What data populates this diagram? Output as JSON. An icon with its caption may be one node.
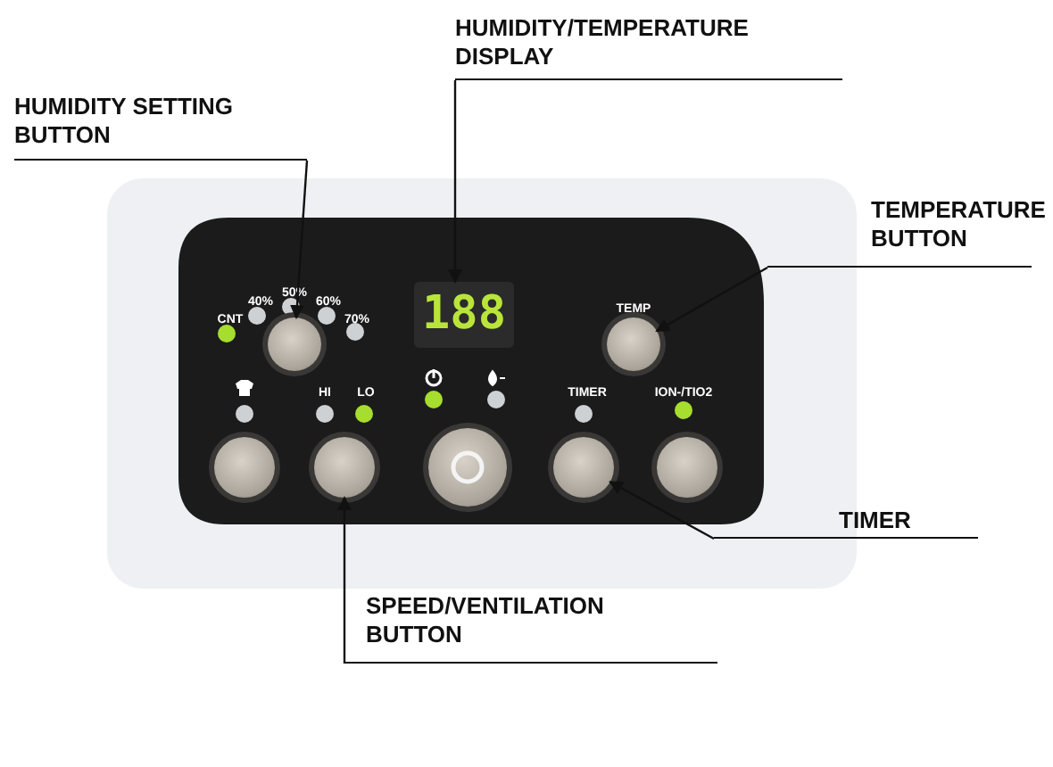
{
  "diagram": {
    "nodes": [
      {
        "text": [
          "HUMIDITY SETTING BUTTON"
        ]
      },
      {
        "text": [
          "HUMIDITY/TEMPERATURE DISPLAY"
        ]
      },
      {
        "text": [
          "TEMPERATURE BUTTON"
        ]
      },
      {
        "text": [
          "TIMER"
        ]
      },
      {
        "text": [
          "SPEED/VENTILATION BUTTON"
        ]
      },
      {
        "text": [],
        "shape": "circle"
      },
      {
        "text": [],
        "shape": "circle"
      },
      {
        "text": [
          "188"
        ]
      },
      {
        "text": [],
        "shape": "circle"
      },
      {
        "text": [],
        "shape": "circle"
      },
      {
        "text": [],
        "shape": "circle"
      },
      {
        "text": [],
        "shape": "circle",
        "beside": [
          "TEMP"
        ]
      },
      {
        "text": [],
        "shape": "circle"
      }
    ],
    "edges": [
      {
        "from": 0,
        "to": 6,
        "arrow": "to"
      },
      {
        "from": 1,
        "to": 7,
        "arrow": "to"
      },
      {
        "from": 2,
        "to": 11,
        "arrow": "to"
      },
      {
        "from": 3,
        "to": 10,
        "arrow": "to"
      },
      {
        "from": 4,
        "to": 8,
        "arrow": "to"
      }
    ],
    "labels": [
      "CNT",
      "40%",
      "50%",
      "60%",
      "70%",
      "HI",
      "LO",
      "TIMER",
      "ION-/TIO2"
    ]
  }
}
